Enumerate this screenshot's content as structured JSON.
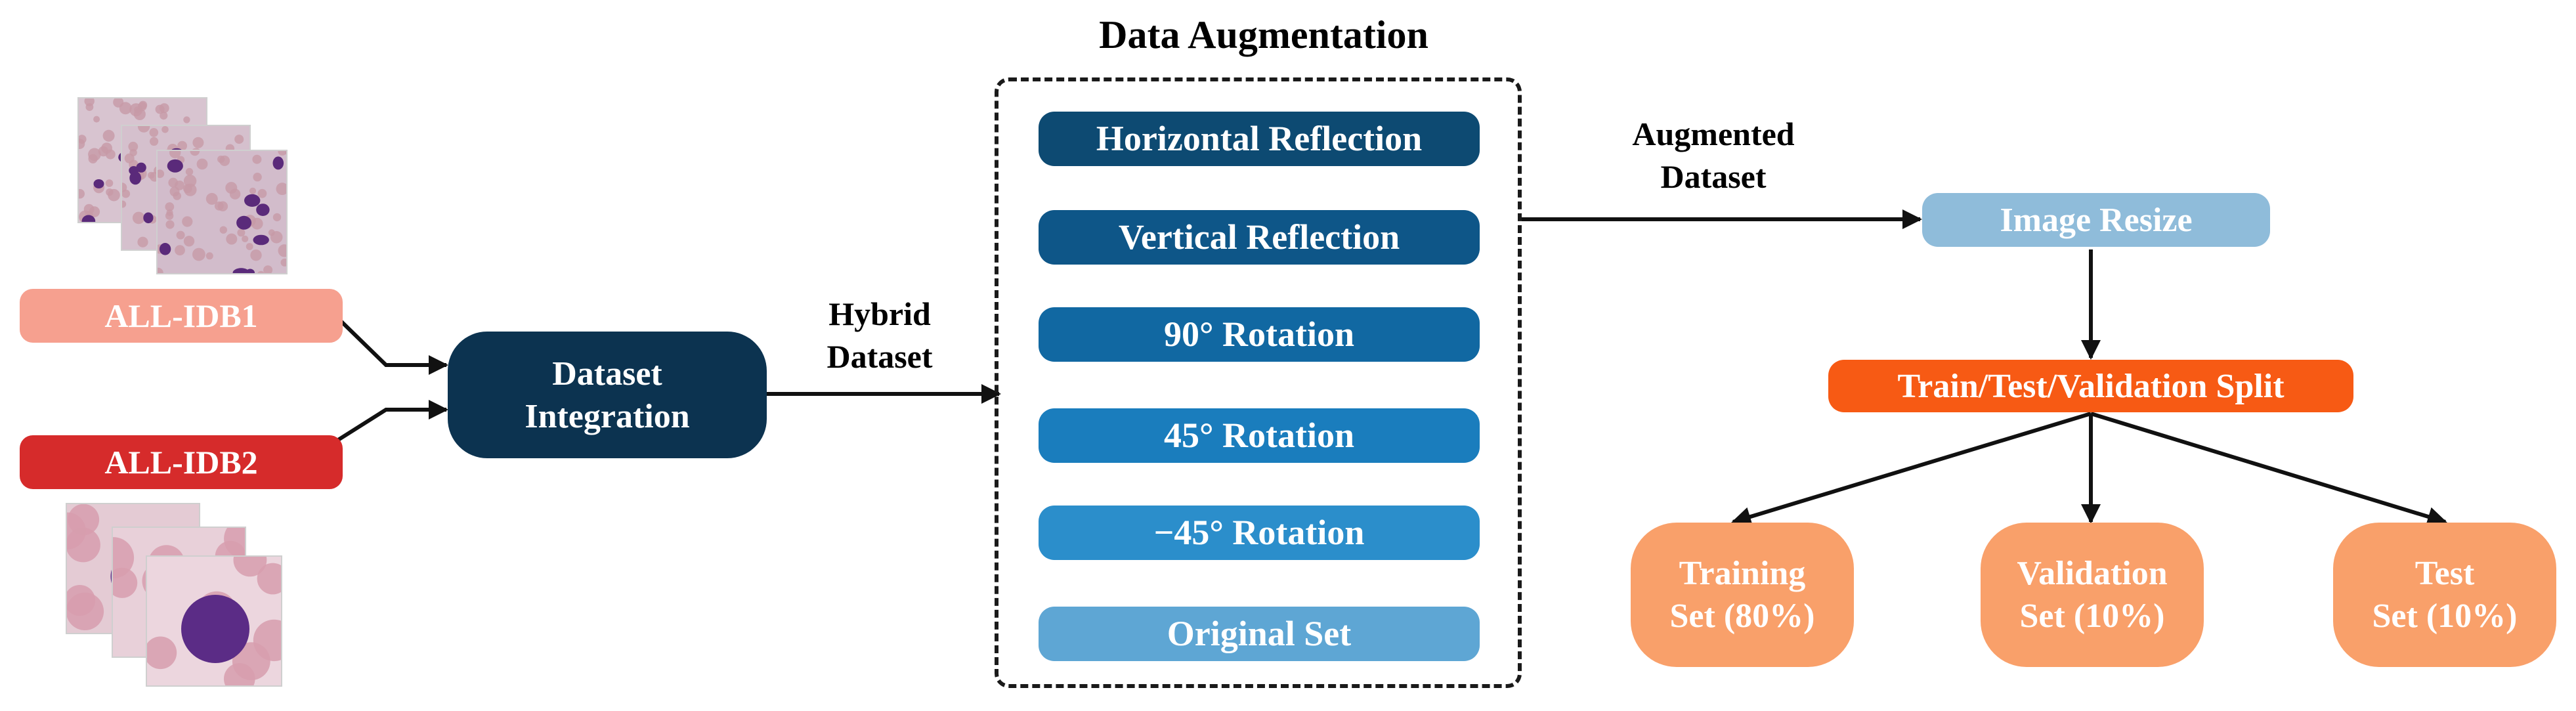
{
  "colors": {
    "idb1": "#f6a08f",
    "idb2": "#d62b2b",
    "integration": "#0c3350",
    "aug": [
      "#0d4a72",
      "#0e5688",
      "#1168a2",
      "#1a7dbd",
      "#2b8ecb",
      "#5ea6d4"
    ],
    "resize": "#8fbcda",
    "split": "#f75a14",
    "sets": "#f9a06a",
    "arrow": "#111111"
  },
  "inputs": {
    "idb1_label": "ALL-IDB1",
    "idb2_label": "ALL-IDB2",
    "idb1_image": "blood-smear-many-cells",
    "idb2_image": "blood-smear-single-lymphoblast"
  },
  "integration": {
    "line1": "Dataset",
    "line2": "Integration"
  },
  "hybrid_label": {
    "line1": "Hybrid",
    "line2": "Dataset"
  },
  "augmentation": {
    "title": "Data Augmentation",
    "items": [
      "Horizontal Reflection",
      "Vertical Reflection",
      "90° Rotation",
      "45° Rotation",
      "−45° Rotation",
      "Original Set"
    ]
  },
  "augmented_label": {
    "line1": "Augmented",
    "line2": "Dataset"
  },
  "resize": {
    "label": "Image Resize"
  },
  "split": {
    "label": "Train/Test/Validation Split"
  },
  "sets": [
    {
      "line1": "Training",
      "line2": "Set (80%)"
    },
    {
      "line1": "Validation",
      "line2": "Set (10%)"
    },
    {
      "line1": "Test",
      "line2": "Set (10%)"
    }
  ]
}
